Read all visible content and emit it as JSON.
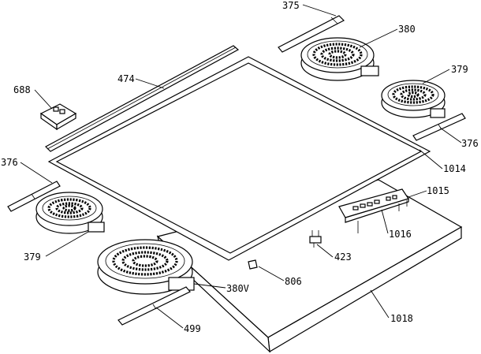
{
  "labels": {
    "p375": "375",
    "p380": "380",
    "p474": "474",
    "p379_top": "379",
    "p688": "688",
    "p376_right": "376",
    "p376_left": "376",
    "p1014": "1014",
    "p1015": "1015",
    "p379_left": "379",
    "p1016": "1016",
    "p423": "423",
    "p806": "806",
    "p380v": "380V",
    "p1018": "1018",
    "p499": "499"
  },
  "colors": {
    "line": "#000000",
    "background": "#ffffff"
  }
}
